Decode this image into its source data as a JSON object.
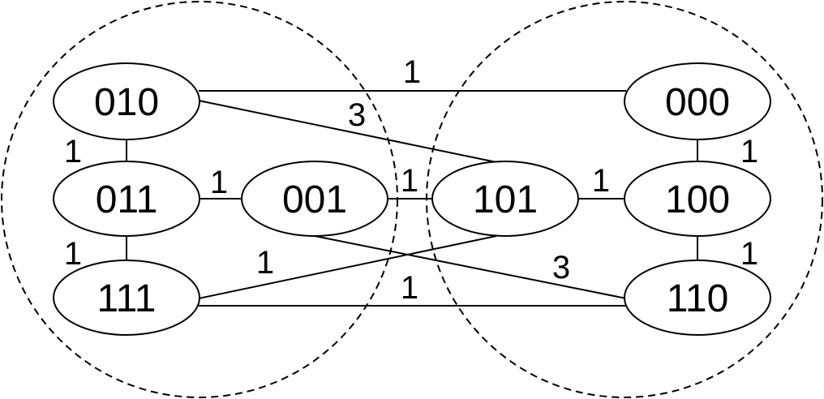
{
  "graph": {
    "nodes": {
      "n010": "010",
      "n011": "011",
      "n111": "111",
      "n001": "001",
      "n101": "101",
      "n000": "000",
      "n100": "100",
      "n110": "110"
    },
    "edges": [
      {
        "from": "010",
        "to": "000",
        "weight": "1"
      },
      {
        "from": "010",
        "to": "101",
        "weight": "3"
      },
      {
        "from": "010",
        "to": "011",
        "weight": "1"
      },
      {
        "from": "011",
        "to": "001",
        "weight": "1"
      },
      {
        "from": "011",
        "to": "111",
        "weight": "1"
      },
      {
        "from": "001",
        "to": "101",
        "weight": "1"
      },
      {
        "from": "001",
        "to": "110",
        "weight": "3"
      },
      {
        "from": "111",
        "to": "101",
        "weight": "1"
      },
      {
        "from": "111",
        "to": "110",
        "weight": "1"
      },
      {
        "from": "101",
        "to": "100",
        "weight": "1"
      },
      {
        "from": "000",
        "to": "100",
        "weight": "1"
      },
      {
        "from": "100",
        "to": "110",
        "weight": "1"
      }
    ],
    "colors": {
      "line": "#000000",
      "background": "#ffffff"
    }
  }
}
